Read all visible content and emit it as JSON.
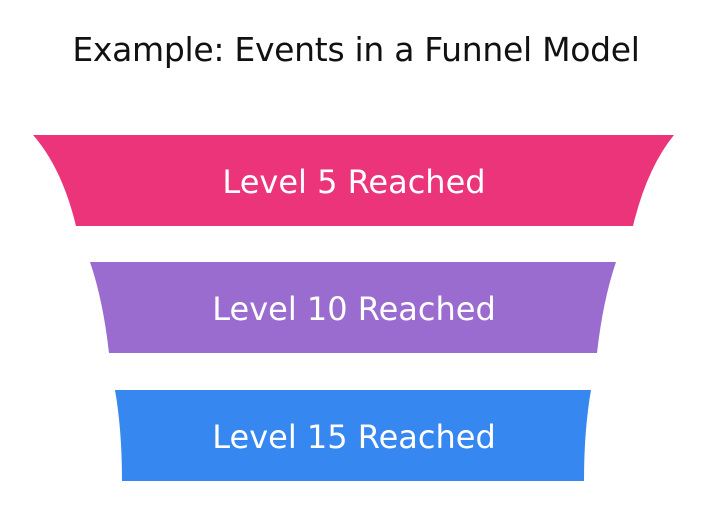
{
  "title": "Example: Events in a Funnel Model",
  "stages": [
    {
      "label": "Level 5 Reached",
      "color": "#ec347a"
    },
    {
      "label": "Level 10 Reached",
      "color": "#9b6cd0"
    },
    {
      "label": "Level 15 Reached",
      "color": "#3687f0"
    }
  ]
}
